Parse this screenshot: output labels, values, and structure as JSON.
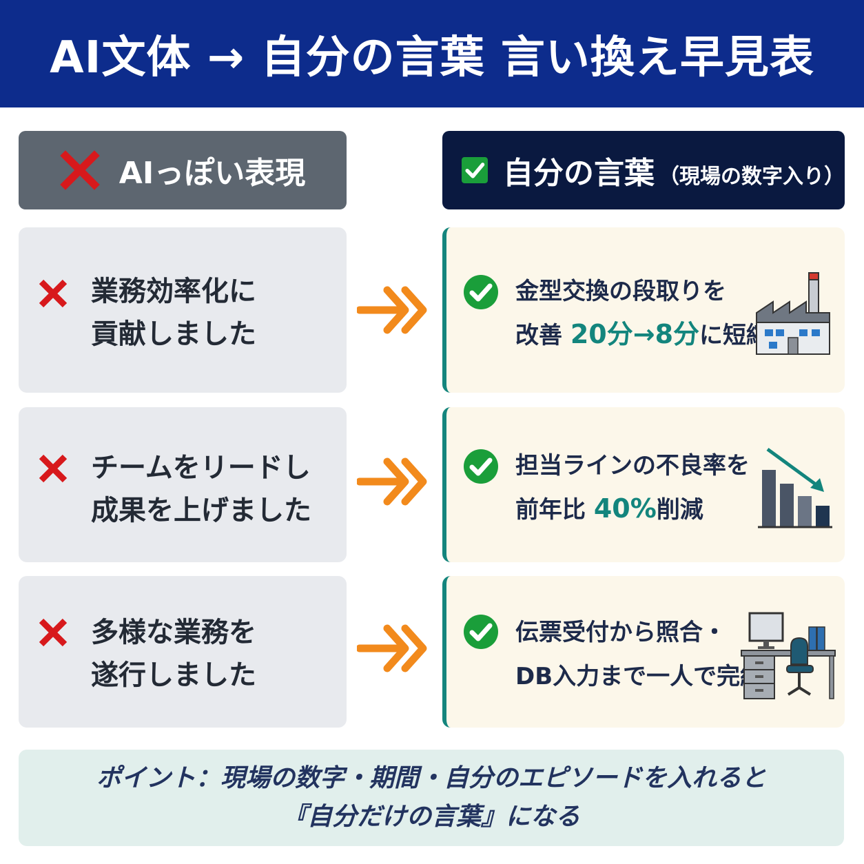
{
  "title": "AI文体 → 自分の言葉 言い換え早見表",
  "headers": {
    "left_label": "AIっぽい表現",
    "right_label": "自分の言葉",
    "right_note": "（現場の数字入り）",
    "left_icon": "cross-icon",
    "right_icon": "checkbox-icon"
  },
  "rows": [
    {
      "left": [
        "業務効率化に",
        "貢献しました"
      ],
      "right_line1": "金型交換の段取りを",
      "right_line2_pre": "改善 ",
      "right_line2_hl": "20分→8分",
      "right_line2_post": "に短縮",
      "illustration": "factory-icon"
    },
    {
      "left": [
        "チームをリードし",
        "成果を上げました"
      ],
      "right_line1": "担当ラインの不良率を",
      "right_line2_pre": "前年比 ",
      "right_line2_hl": "40%",
      "right_line2_post": "削減",
      "illustration": "declining-bar-chart-icon"
    },
    {
      "left": [
        "多様な業務を",
        "遂行しました"
      ],
      "right_line1": "伝票受付から照合・",
      "right_line2_pre": "DB入力まで一人で完結",
      "right_line2_hl": "",
      "right_line2_post": "",
      "illustration": "office-desk-icon"
    }
  ],
  "footer": {
    "line1": "ポイント：現場の数字・期間・自分のエピソードを入れると",
    "line2": "『自分だけの言葉』になる"
  },
  "colors": {
    "title_bg": "#0d2c8c",
    "accent_teal": "#13857d",
    "cross_red": "#d7191c",
    "arrow_orange": "#f28a1c",
    "check_green": "#1a9e3a"
  }
}
